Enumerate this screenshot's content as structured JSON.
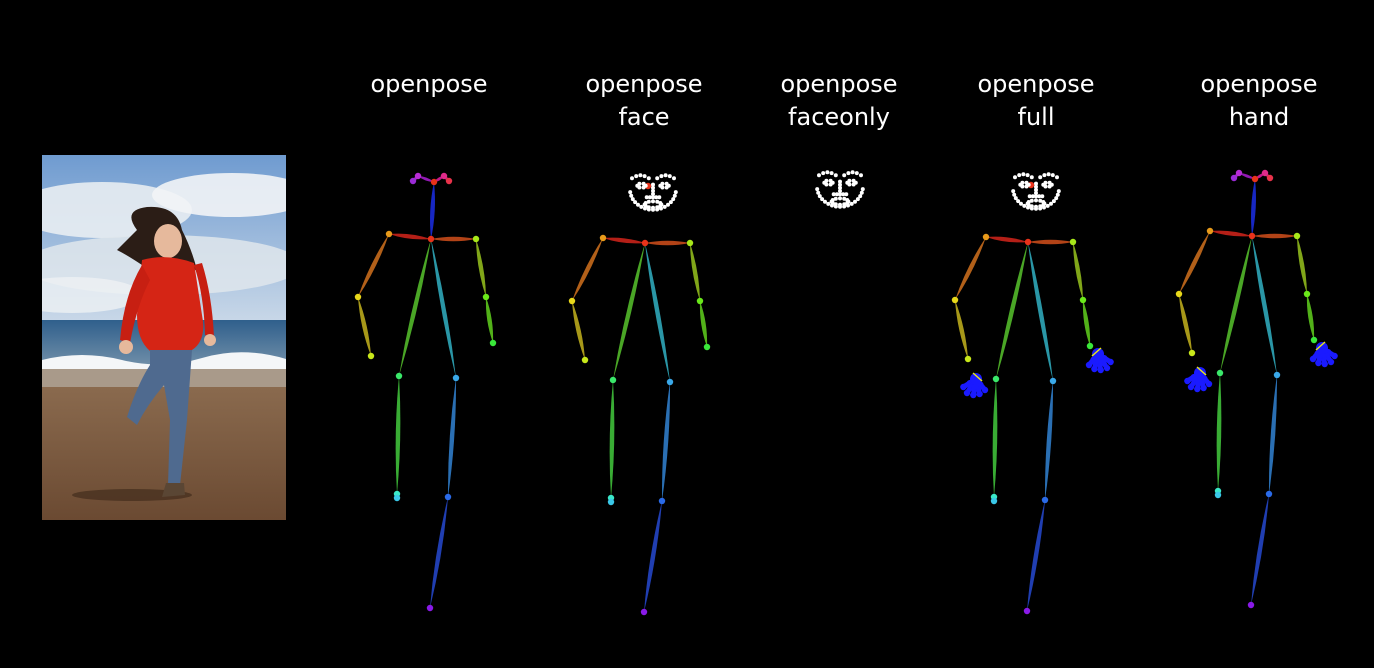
{
  "labels": [
    {
      "line1": "openpose",
      "line2": ""
    },
    {
      "line1": "openpose",
      "line2": "face"
    },
    {
      "line1": "openpose",
      "line2": "faceonly"
    },
    {
      "line1": "openpose",
      "line2": "full"
    },
    {
      "line1": "openpose",
      "line2": "hand"
    }
  ],
  "colors": {
    "background": "#000000",
    "label_text": "#ffffff",
    "face_keypoint": "#ffffff",
    "hand_keypoint": "#1a1aff"
  }
}
